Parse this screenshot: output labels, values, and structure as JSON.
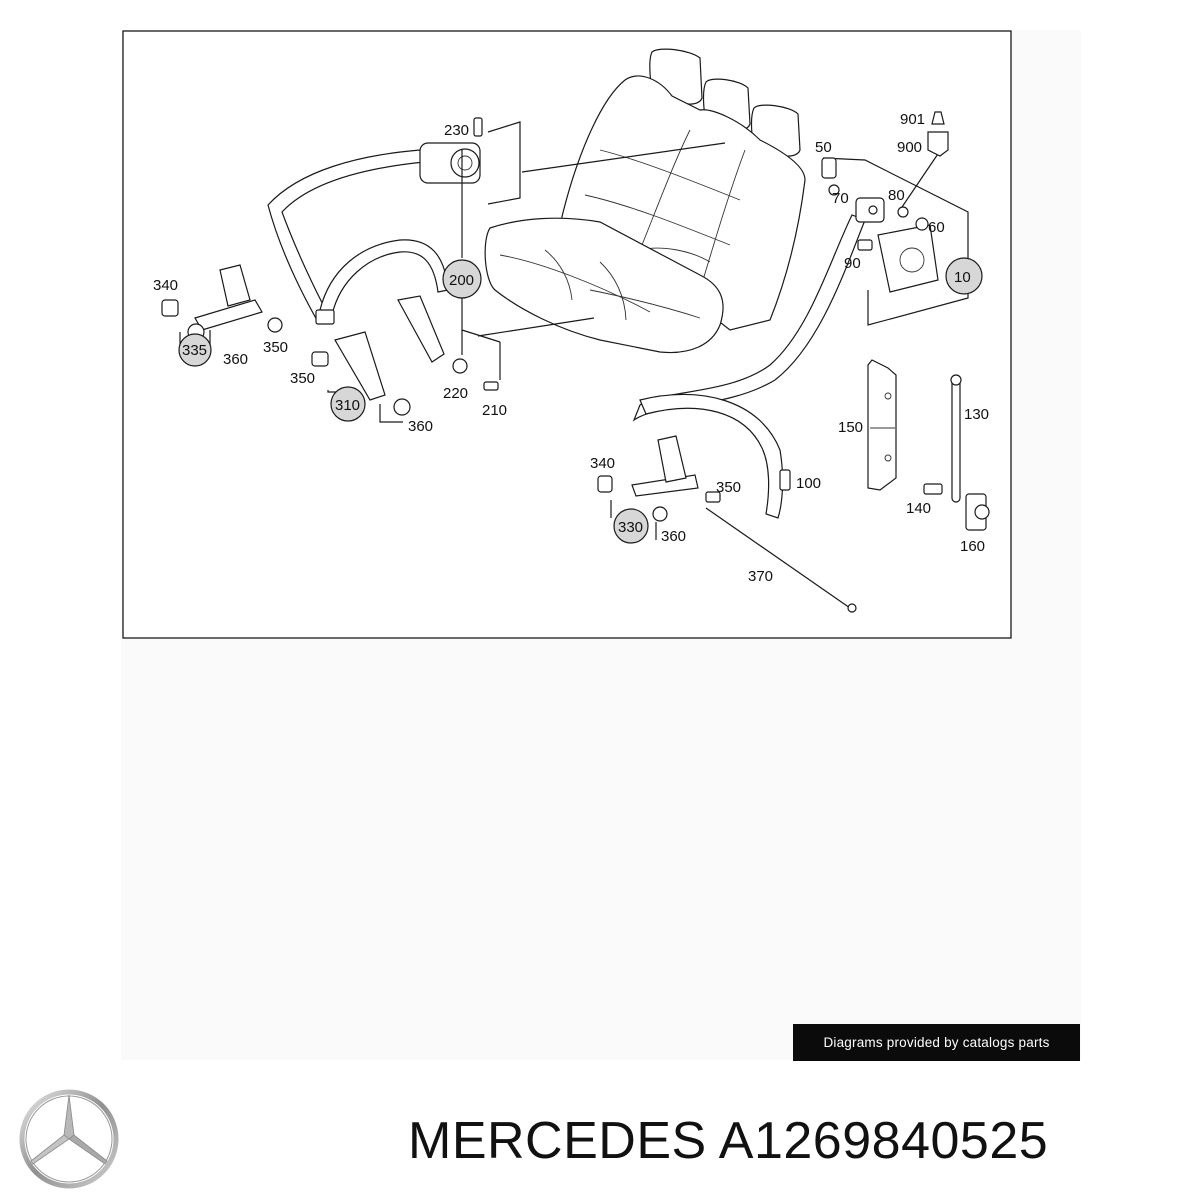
{
  "diagram": {
    "labels": {
      "l230": "230",
      "l901": "901",
      "l900": "900",
      "l50": "50",
      "l70": "70",
      "l80": "80",
      "l60": "60",
      "l90": "90",
      "l10": "10",
      "l200": "200",
      "l340a": "340",
      "l335": "335",
      "l360a": "360",
      "l350a": "350",
      "l350b": "350",
      "l310": "310",
      "l360b": "360",
      "l220": "220",
      "l210": "210",
      "l150": "150",
      "l130": "130",
      "l340b": "340",
      "l350c": "350",
      "l100": "100",
      "l330": "330",
      "l360c": "360",
      "l140": "140",
      "l160": "160",
      "l370": "370"
    }
  },
  "banner": {
    "text": "Diagrams provided by catalogs parts"
  },
  "brand": {
    "logo_icon": "mercedes-star-icon"
  },
  "footer": {
    "title": "MERCEDES A1269840525"
  }
}
